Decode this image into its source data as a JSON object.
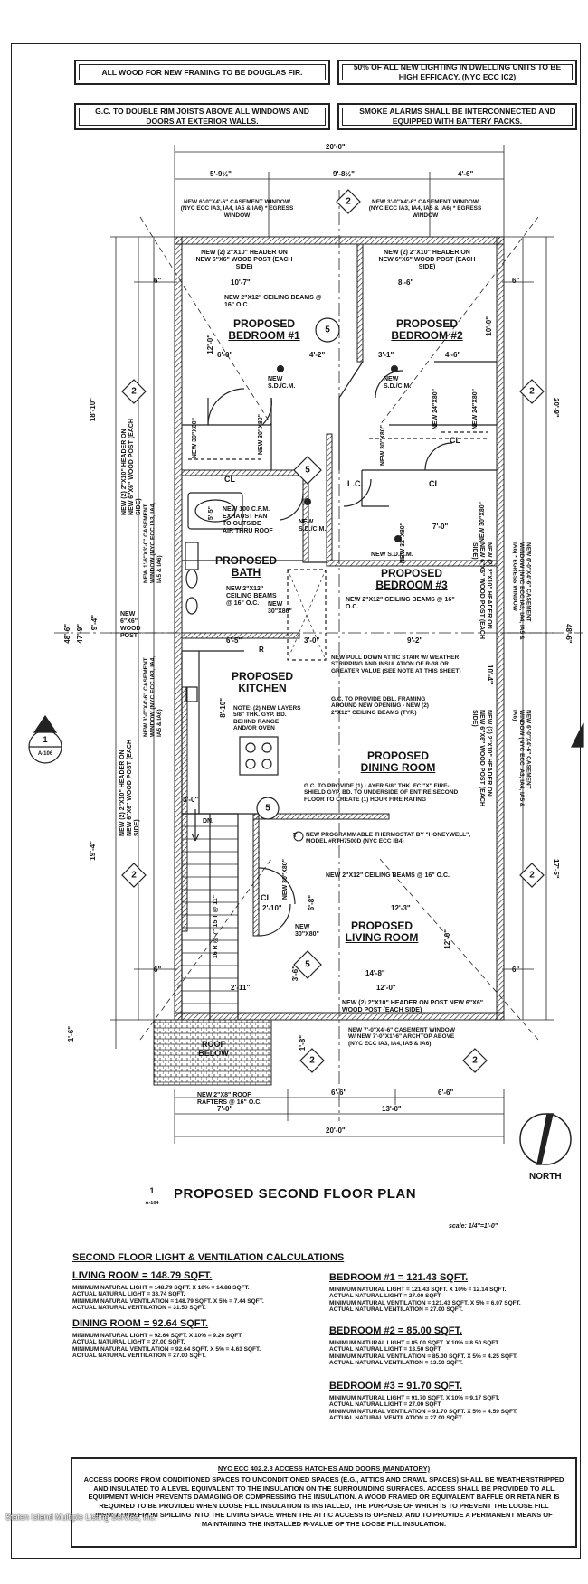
{
  "notes": {
    "n1": "ALL WOOD FOR NEW FRAMING TO BE DOUGLAS FIR.",
    "n2": "50% OF ALL NEW LIGHTING IN DWELLING UNITS TO BE HIGH EFFICACY. (NYC ECC IC2)",
    "n3": "G.C. TO DOUBLE RIM JOISTS ABOVE ALL WINDOWS AND DOORS AT EXTERIOR WALLS.",
    "n4": "SMOKE ALARMS SHALL BE INTERCONNECTED AND EQUIPPED WITH BATTERY PACKS."
  },
  "dims": {
    "overall_top": "20'-0\"",
    "top_a": "5'-9½\"",
    "top_b": "9'-8½\"",
    "top_c": "4'-6\"",
    "bed1_w": "10'-7\"",
    "bed2_w": "8'-6\"",
    "d6_0": "6'-0\"",
    "d4_2": "4'-2\"",
    "d3_1": "3'-1\"",
    "d4_6": "4'-6\"",
    "d12_0": "12'-0\"",
    "d10_0": "10'-0\"",
    "d7_0": "7'-0\"",
    "d6_5": "6'-5\"",
    "d3_0a": "3'-0\"",
    "d9_2": "9'-2\"",
    "d8_10": "8'-10\"",
    "d10_4": "10'-4\"",
    "d3_0b": "3'-0\"",
    "d2_10": "2'-10\"",
    "d12_3": "12'-3\"",
    "d12_0b": "12'-0\"",
    "d14_8": "14'-8\"",
    "d12_0c": "12'-0\"",
    "d2_11": "2'-11\"",
    "d3_6": "3'-6\"",
    "d6_8": "6'-8\"",
    "d1_8": "1'-8\"",
    "d1_6": "1'-6\"",
    "d6_6a": "6'-6\"",
    "d6_6b": "6'-6\"",
    "d7_0b": "7'-0\"",
    "d13_0": "13'-0\"",
    "overall_bot": "20'-0\"",
    "left_18_10": "18'-10\"",
    "left_48_6": "48'-6\"",
    "left_47_9": "47'-9\"",
    "left_9_4": "9'-4\"",
    "left_19_4": "19'-4\"",
    "left_5_5": "5'-5\"",
    "left_6": "6\"",
    "right_20_9": "20'-9\"",
    "right_48_6": "48'-6\"",
    "right_17_5": "17'-5\"",
    "right_6": "6\""
  },
  "labels": {
    "win1": "NEW 6'-0\"x4'-6\" CASEMENT WINDOW (NYC ECC IA3, IA4, IA5 & IA6) * EGRESS WINDOW",
    "win2": "NEW 3'-0\"x4'-6\" CASEMENT WINDOW (NYC ECC IA3, IA4, IA5 & IA6) * EGRESS WINDOW",
    "hdr1": "NEW (2) 2\"x10\" HEADER ON NEW 6\"x6\" WOOD POST (EACH SIDE)",
    "hdr2": "NEW (2) 2\"x10\" HEADER ON NEW 6\"x6\" WOOD POST (EACH SIDE)",
    "ceil1": "NEW 2\"x12\" CEILING BEAMS @ 16\" o.c.",
    "bed1_a": "PROPOSED",
    "bed1_b": "BEDROOM #1",
    "bed2_a": "PROPOSED",
    "bed2_b": "BEDROOM #2",
    "sdcm": "NEW S.D./C.M.",
    "sdcm2": "NEW S.D./C.M.",
    "sdcm3": "NEW S.D./C.M.",
    "sdcm4": "NEW S.D.C.M.",
    "door1": "NEW 30\"x80\"",
    "door2": "NEW 30\"x80\"",
    "door3": "NEW 24\"x80\"",
    "door4": "NEW 24\"x80\"",
    "door5": "NEW 32\"x80\"",
    "door6": "NEW 30\"x80\"",
    "door7": "NEW 30\"x80\"",
    "door8": "NEW 30\"x80\"",
    "door9": "NEW 30\"x80\"",
    "cl1": "CL",
    "cl2": "CL",
    "cl3": "CL",
    "lc": "L.C.",
    "exhaust": "NEW 100 C.F.M. EXHAUST FAN TO OUTSIDE AIR THRU ROOF",
    "bath_a": "PROPOSED",
    "bath_b": "BATH",
    "ceil_bath": "NEW 2\"x12\" CEILING BEAMS @ 16\" o.c.",
    "bed3_a": "PROPOSED",
    "bed3_b": "BEDROOM #3",
    "ceil3": "NEW 2\"x12\" CEILING BEAMS @ 16\" o.c.",
    "post": "NEW 6\"x6\" WOOD POST",
    "kitchen_a": "PROPOSED",
    "kitchen_b": "KITCHEN",
    "kit_note": "NOTE: (2) NEW LAYERS 5/8\" THK. GYP. BD. BEHIND RANGE AND/OR OVEN",
    "r": "R",
    "attic": "NEW PULL DOWN ATTIC STAIR W/ WEATHER STRIPPING AND INSULATION OF R-38 OR GREATER VALUE (SEE NOTE AT THIS SHEET)",
    "framing": "G.C. TO PROVIDE DBL. FRAMING AROUND NEW OPENING - NEW (2) 2\"x12\" CEILING BEAMS (TYP.)",
    "dining_a": "PROPOSED",
    "dining_b": "DINING ROOM",
    "fireshield": "G.C. TO PROVIDE (1) LAYER 5/8\" THK. FC \"X\" FIRE-SHIELD GYP. BD. TO UNDERSIDE OF ENTIRE SECOND FLOOR TO CREATE (1) HOUR FIRE RATING",
    "dn": "DN.",
    "risers": "16 R @ 7\" 15 T @ 11\"",
    "thermo_t": "T",
    "thermo": "NEW PROGRAMMABLE THERMOSTAT BY \"HONEYWELL\", MODEL #RTH7500D (NYC ECC IB4)",
    "ceil_liv": "NEW 2\"x12\" CEILING BEAMS @ 16\" o.c.",
    "living_a": "PROPOSED",
    "living_b": "LIVING ROOM",
    "hdr_liv": "NEW (2) 2\"x10\" HEADER ON POST NEW 6\"x6\" WOOD POST (EACH SIDE)",
    "win_liv": "NEW 7'-0\"x4'-6\" CASEMENT WINDOW W/ NEW 7'-0\"x1'-6\" ARCHTOP ABOVE (NYC ECC IA3, IA4, IA5 & IA6)",
    "roof": "ROOF BELOW",
    "rafters": "NEW 2\"x8\" ROOF RAFTERS @ 16\" o.c.",
    "l_hdr_top": "NEW (2) 2\"x10\" HEADER ON NEW 6\"x6\" WOOD POST (EACH SIDE)",
    "l_win_mid": "NEW 3'-0\"x4'-6\" CASEMENT WINDOW (NYC ECC IA3, IA4, IA5 & IA6)",
    "l_win_bath": "NEW 1'-6\"x3'-0\" CASEMENT WINDOW (NYC ECC IA3, IA4, IA5 & IA6)",
    "l_hdr_kit": "NEW (2) 2\"x10\" HEADER ON NEW 6\"x6\" WOOD POST (EACH SIDE)",
    "r_win1": "NEW 6'-0\"x4'-6\" CASEMENT WINDOW (NYC ECC IA3, IA4, IA5 & IA6) * EGRESS WINDOW",
    "r_hdr1": "NEW (2) 2\"x10\" HEADER ON NEW 6\"x6\" WOOD POST (EACH SIDE)",
    "r_win2": "NEW 6'-0\"x4'-6\" CASEMENT WINDOW (NYC ECC IA3, IA4, IA5 & IA6)",
    "r_hdr2": "NEW (2) 2\"x10\" HEADER ON NEW 6\"x6\" WOOD POST (EACH SIDE)",
    "sec1": "1",
    "sec1_ref": "A-106",
    "tag2": "2",
    "tag5": "5"
  },
  "title": {
    "num": "1",
    "ref": "A-104",
    "text": "PROPOSED SECOND FLOOR PLAN",
    "scale": "scale: 1/4\"=1'-0\""
  },
  "north": "NORTH",
  "calc": {
    "heading": "SECOND FLOOR LIGHT & VENTILATION CALCULATIONS",
    "living": {
      "h": "LIVING ROOM = 148.79 SQFT.",
      "l1": "MINIMUM NATURAL LIGHT = 148.79 SQFT. x 10% = 14.88 SQFT.",
      "l2": "ACTUAL NATURAL LIGHT = 33.74 SQFT.",
      "l3": "MINIMUM NATURAL VENTILATION = 148.79 SQFT. x 5% = 7.44 SQFT.",
      "l4": "ACTUAL NATURAL VENTILATION = 31.50 SQFT."
    },
    "dining": {
      "h": "DINING ROOM = 92.64 SQFT.",
      "l1": "MINIMUM NATURAL LIGHT = 92.64 SQFT. x 10% = 9.26 SQFT.",
      "l2": "ACTUAL NATURAL LIGHT = 27.00 SQFT.",
      "l3": "MINIMUM NATURAL VENTILATION = 92.64 SQFT. x 5% = 4.63 SQFT.",
      "l4": "ACTUAL NATURAL VENTILATION = 27.00 SQFT."
    },
    "bed1": {
      "h": "BEDROOM #1 = 121.43 SQFT.",
      "l1": "MINIMUM NATURAL LIGHT = 121.43 SQFT. x 10% = 12.14 SQFT.",
      "l2": "ACTUAL NATURAL LIGHT = 27.00 SQFT.",
      "l3": "MINIMUM NATURAL VENTILATION = 121.43 SQFT. x 5% = 6.07 SQFT.",
      "l4": "ACTUAL NATURAL VENTILATION = 27.00 SQFT."
    },
    "bed2": {
      "h": "BEDROOM #2 = 85.00 SQFT.",
      "l1": "MINIMUM NATURAL LIGHT = 85.00 SQFT. x 10% = 8.50 SQFT.",
      "l2": "ACTUAL NATURAL LIGHT = 13.50 SQFT.",
      "l3": "MINIMUM NATURAL VENTILATION = 85.00 SQFT. x 5% = 4.25 SQFT.",
      "l4": "ACTUAL NATURAL VENTILATION = 13.50 SQFT."
    },
    "bed3": {
      "h": "BEDROOM #3 = 91.70 SQFT.",
      "l1": "MINIMUM NATURAL LIGHT = 91.70 SQFT. x 10% = 9.17 SQFT.",
      "l2": "ACTUAL NATURAL LIGHT = 27.00 SQFT.",
      "l3": "MINIMUM NATURAL VENTILATION = 91.70 SQFT. x 5% = 4.59 SQFT.",
      "l4": "ACTUAL NATURAL VENTILATION = 27.00 SQFT."
    }
  },
  "code": {
    "title": "NYC ECC 402.2.3 ACCESS HATCHES AND DOORS (MANDATORY)",
    "body": "ACCESS DOORS FROM CONDITIONED SPACES TO UNCONDITIONED SPACES (E.G., ATTICS AND CRAWL SPACES) SHALL BE WEATHERSTRIPPED AND INSULATED TO A LEVEL EQUIVALENT TO THE INSULATION ON THE SURROUNDING SURFACES. ACCESS SHALL BE PROVIDED TO ALL EQUIPMENT WHICH PREVENTS DAMAGING OR COMPRESSING THE INSULATION. A WOOD FRAMED OR EQUIVALENT BAFFLE OR RETAINER IS REQUIRED TO BE PROVIDED WHEN LOOSE FILL INSULATION IS INSTALLED, THE PURPOSE OF WHICH IS TO PREVENT THE LOOSE FILL INSULATION FROM SPILLING INTO THE LIVING SPACE WHEN THE ATTIC ACCESS IS OPENED, AND TO PROVIDE A PERMANENT MEANS OF MAINTAINING THE INSTALLED R-VALUE OF THE LOOSE FILL INSULATION."
  },
  "watermark": "Staten Island Multiple Listing Service, Inc."
}
